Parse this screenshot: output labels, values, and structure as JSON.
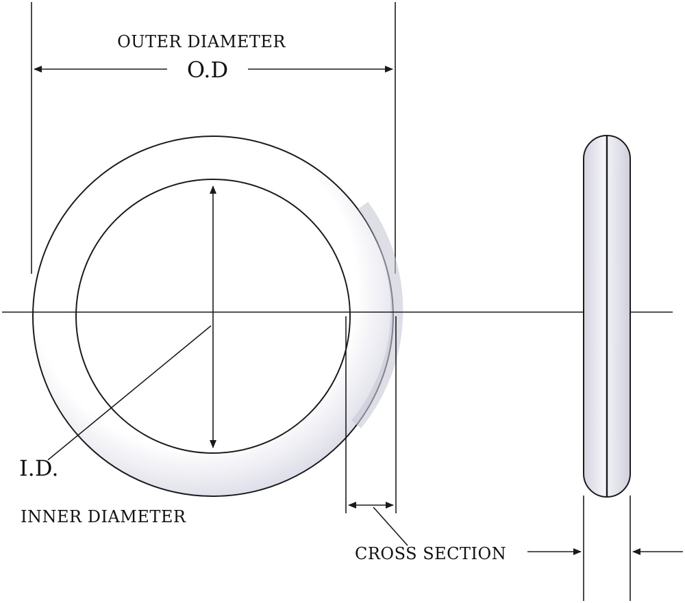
{
  "labels": {
    "outer_diameter": "OUTER DIAMETER",
    "od": "O.D",
    "id": "I.D.",
    "inner_diameter": "INNER DIAMETER",
    "cross_section": "CROSS SECTION"
  },
  "colors": {
    "ring_fill": "#e9e9f1",
    "ring_shade": "#cfcfdc",
    "outline": "#1a1a1a",
    "background": "#ffffff"
  }
}
